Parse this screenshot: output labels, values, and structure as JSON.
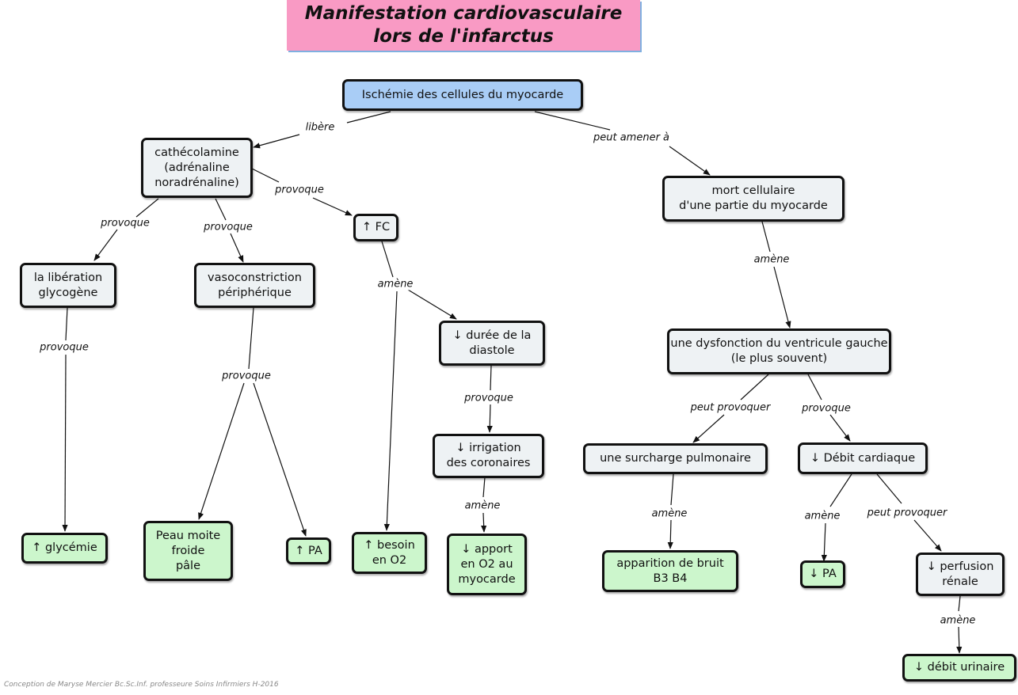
{
  "title": {
    "line1": "Manifestation cardiovasculaire",
    "line2": "lors de l'infarctus"
  },
  "nodes": {
    "ischemie": [
      "Ischémie des cellules du myocarde"
    ],
    "catecholamine": [
      "cathécolamine",
      "(adrénaline",
      "noradrénaline)"
    ],
    "mort": [
      "mort cellulaire",
      "d'une partie du myocarde"
    ],
    "liberation": [
      "la libération",
      "glycogène"
    ],
    "vasoconstriction": [
      "vasoconstriction",
      "périphérique"
    ],
    "fc": [
      "↑ FC"
    ],
    "diastole": [
      "↓ durée de la",
      "diastole"
    ],
    "dysfonction": [
      "une dysfonction du ventricule gauche",
      "(le plus souvent)"
    ],
    "irrigation": [
      "↓ irrigation",
      "des coronaires"
    ],
    "surcharge": [
      "une surcharge pulmonaire"
    ],
    "debit": [
      "↓ Débit cardiaque"
    ],
    "glycemie": [
      "↑ glycémie"
    ],
    "peau": [
      "Peau moite",
      "froide",
      "pâle"
    ],
    "pa_up": [
      "↑ PA"
    ],
    "besoin": [
      "↑ besoin",
      "en O2"
    ],
    "apport": [
      "↓ apport",
      "en O2 au",
      "myocarde"
    ],
    "bruit": [
      "apparition de bruit",
      "B3 B4"
    ],
    "pa_down": [
      "↓ PA"
    ],
    "perfusion": [
      "↓ perfusion",
      "rénale"
    ],
    "urinaire": [
      "↓ débit urinaire"
    ]
  },
  "links": {
    "libere": "libère",
    "peut_amener": "peut amener à",
    "provoque_cat": "provoque",
    "provoque_lib": "provoque",
    "provoque_vaso": "provoque",
    "amene_mort": "amène",
    "provoque_glyc": "provoque",
    "provoque_peau": "provoque",
    "amene_fc": "amène",
    "provoque_diast": "provoque",
    "peut_provoquer_surch": "peut provoquer",
    "provoque_debit": "provoque",
    "amene_irrig": "amène",
    "amene_bruit": "amène",
    "amene_pa": "amène",
    "peut_provoquer_perf": "peut provoquer",
    "amene_perf": "amène"
  },
  "footer": "Conception de Maryse Mercier Bc.Sc.Inf. professeure Soins Infirmiers H-2016"
}
